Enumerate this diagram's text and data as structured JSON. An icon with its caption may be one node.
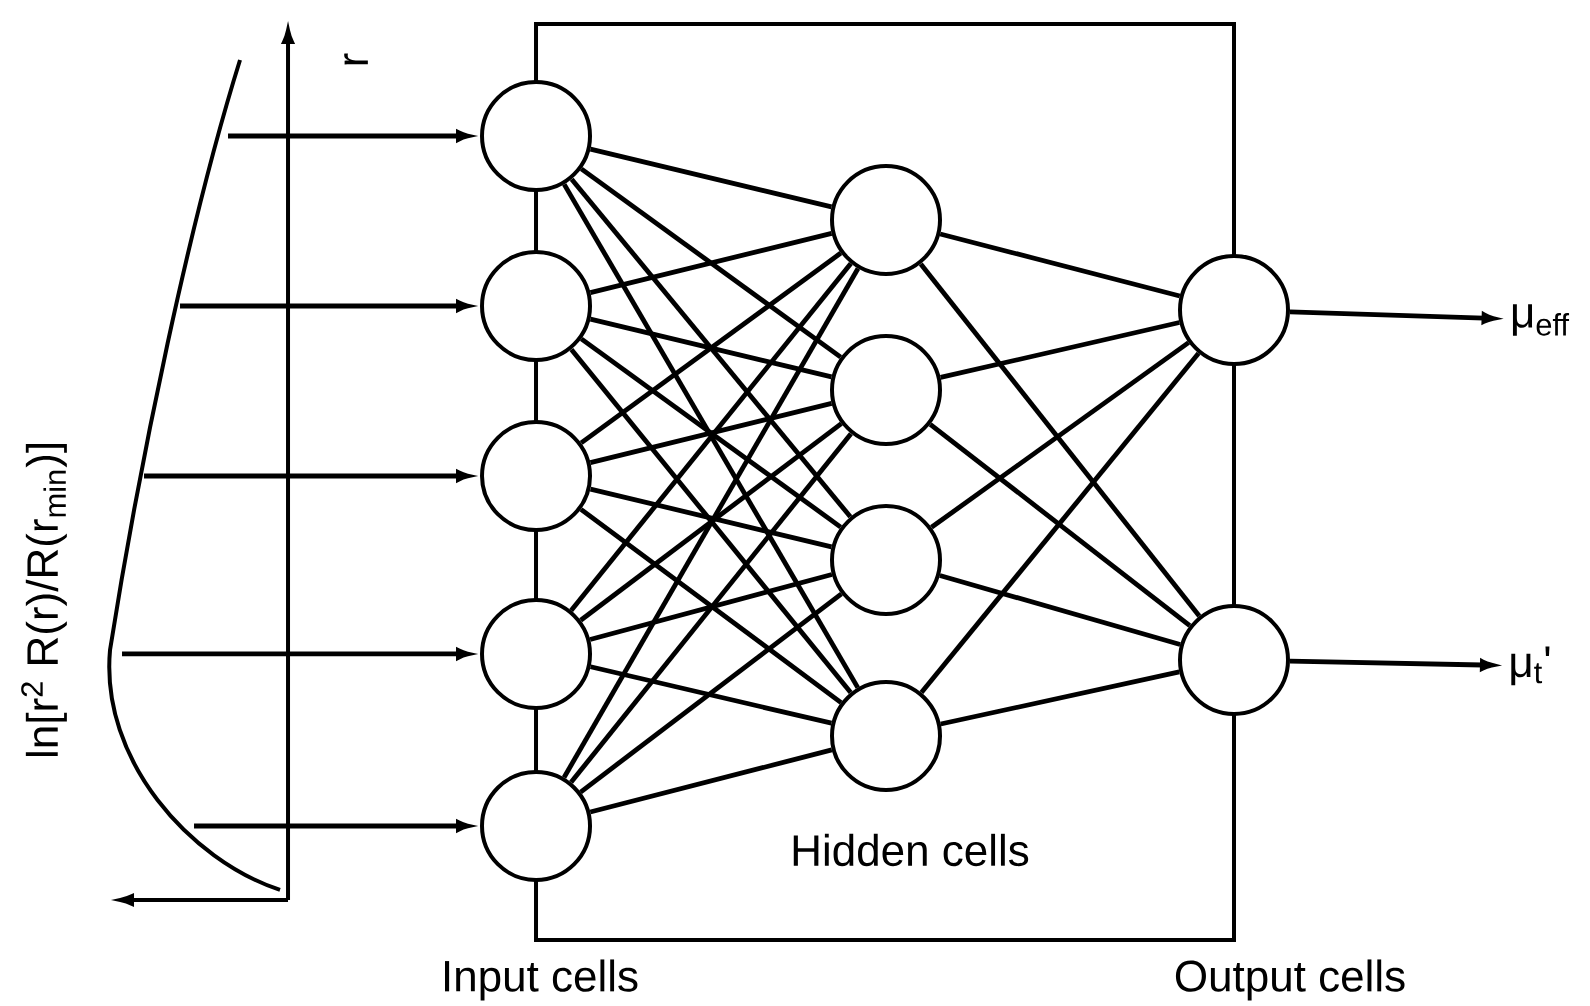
{
  "diagram": {
    "nodes": [
      {
        "text": [],
        "shape": "box"
      },
      {
        "text": [],
        "shape": "circle"
      },
      {
        "text": [],
        "shape": "circle"
      },
      {
        "text": [],
        "shape": "circle"
      },
      {
        "text": [],
        "shape": "circle"
      },
      {
        "text": [],
        "shape": "circle"
      },
      {
        "text": [],
        "shape": "circle",
        "in": 0
      },
      {
        "text": [],
        "shape": "circle",
        "in": 0
      },
      {
        "text": [],
        "shape": "circle",
        "in": 0
      },
      {
        "text": [],
        "shape": "circle",
        "in": 0
      },
      {
        "text": [],
        "shape": "circle"
      },
      {
        "text": [],
        "shape": "circle"
      },
      {
        "text": [
          "μ$_{eff}$"
        ]
      },
      {
        "text": [
          "μ$_{t}$'"
        ]
      }
    ],
    "edges": [
      {
        "from": null,
        "to": 1,
        "arrow": "to"
      },
      {
        "from": null,
        "to": 2,
        "arrow": "to"
      },
      {
        "from": null,
        "to": 3,
        "arrow": "to"
      },
      {
        "from": null,
        "to": 4,
        "arrow": "to"
      },
      {
        "from": null,
        "to": 5,
        "arrow": "to"
      },
      {
        "from": 1,
        "to": 6,
        "arrow": "none"
      },
      {
        "from": 1,
        "to": 7,
        "arrow": "none"
      },
      {
        "from": 1,
        "to": 8,
        "arrow": "none"
      },
      {
        "from": 1,
        "to": 9,
        "arrow": "none"
      },
      {
        "from": 2,
        "to": 6,
        "arrow": "none"
      },
      {
        "from": 2,
        "to": 7,
        "arrow": "none"
      },
      {
        "from": 2,
        "to": 8,
        "arrow": "none"
      },
      {
        "from": 2,
        "to": 9,
        "arrow": "none"
      },
      {
        "from": 3,
        "to": 6,
        "arrow": "none"
      },
      {
        "from": 3,
        "to": 7,
        "arrow": "none"
      },
      {
        "from": 3,
        "to": 8,
        "arrow": "none"
      },
      {
        "from": 3,
        "to": 9,
        "arrow": "none"
      },
      {
        "from": 4,
        "to": 6,
        "arrow": "none"
      },
      {
        "from": 4,
        "to": 7,
        "arrow": "none"
      },
      {
        "from": 4,
        "to": 8,
        "arrow": "none"
      },
      {
        "from": 4,
        "to": 9,
        "arrow": "none"
      },
      {
        "from": 5,
        "to": 6,
        "arrow": "none"
      },
      {
        "from": 5,
        "to": 7,
        "arrow": "none"
      },
      {
        "from": 5,
        "to": 8,
        "arrow": "none"
      },
      {
        "from": 5,
        "to": 9,
        "arrow": "none"
      },
      {
        "from": 6,
        "to": 10,
        "arrow": "none"
      },
      {
        "from": 6,
        "to": 11,
        "arrow": "none"
      },
      {
        "from": 7,
        "to": 10,
        "arrow": "none"
      },
      {
        "from": 7,
        "to": 11,
        "arrow": "none"
      },
      {
        "from": 8,
        "to": 10,
        "arrow": "none"
      },
      {
        "from": 8,
        "to": 11,
        "arrow": "none"
      },
      {
        "from": 9,
        "to": 10,
        "arrow": "none"
      },
      {
        "from": 9,
        "to": 11,
        "arrow": "none"
      },
      {
        "from": 10,
        "to": 12,
        "arrow": "to"
      },
      {
        "from": 11,
        "to": 13,
        "arrow": "to"
      }
    ],
    "labels": [
      "r",
      "ln[r$^{2}$ R(r)/R(r$_{min}$)]",
      "Hidden cells",
      "Input cells",
      "Output cells"
    ]
  }
}
